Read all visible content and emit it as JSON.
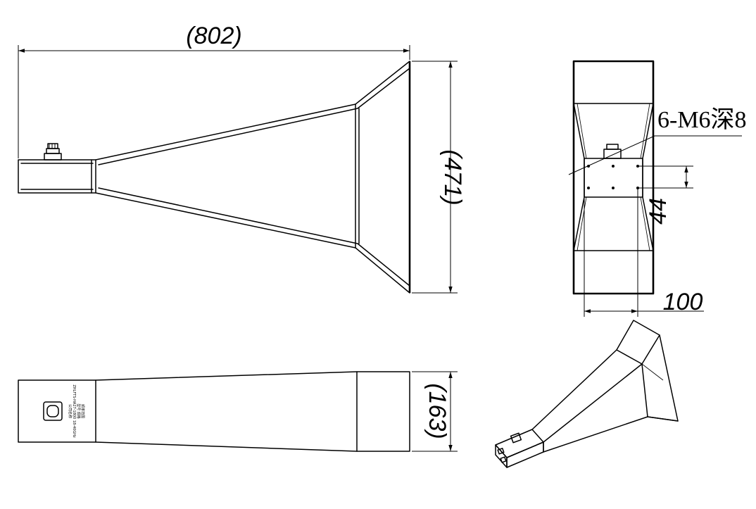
{
  "dimensions": {
    "overall_length": "(802)",
    "aperture_height": "(471)",
    "aperture_width": "(163)",
    "hole_spacing_vertical": "44",
    "hole_spacing_horizontal": "100"
  },
  "annotations": {
    "mount_holes": "6-M6深8"
  },
  "nameplate": {
    "lines": [
      "频率范围",
      "型号 规格",
      "ZHLFTS-HA27-1800 18-40GHz",
      "公司名称"
    ]
  }
}
